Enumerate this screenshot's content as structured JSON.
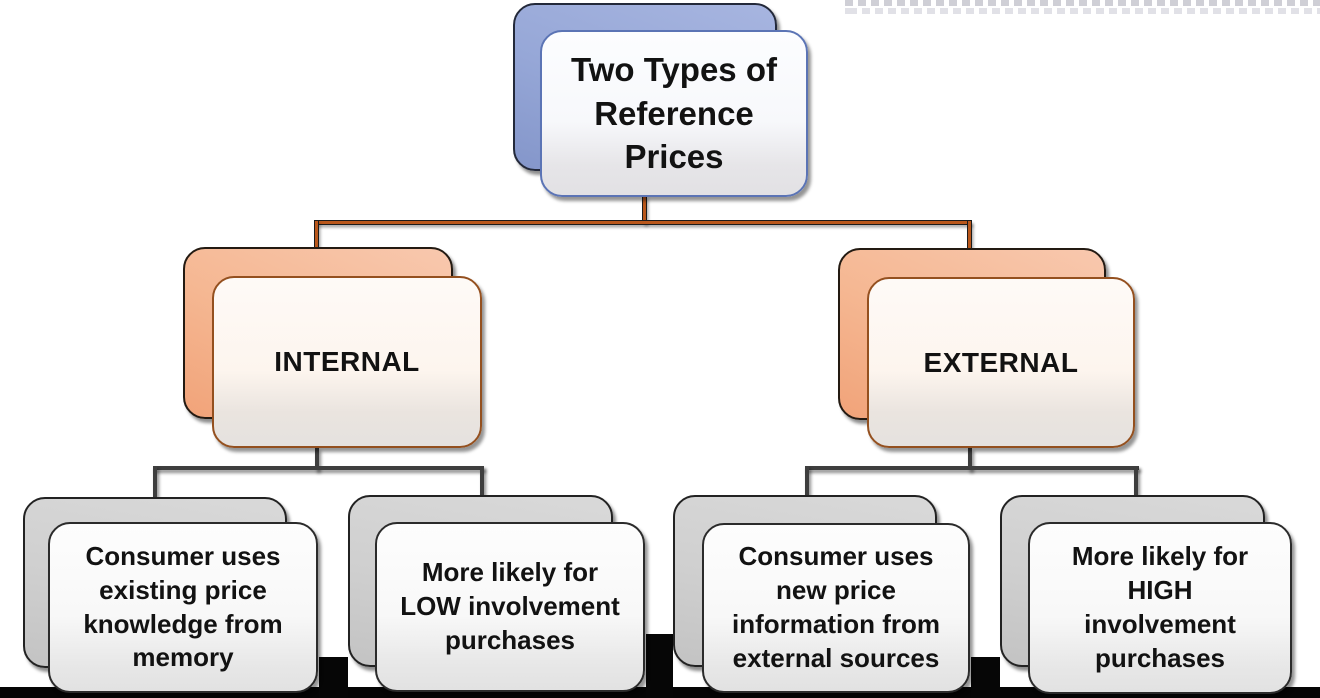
{
  "diagram": {
    "root": {
      "text": "Two Types of\nReference\nPrices"
    },
    "branches": [
      {
        "id": "internal",
        "label": "INTERNAL",
        "children": [
          {
            "text": "Consumer uses\nexisting price\nknowledge from\nmemory"
          },
          {
            "text": "More likely for\nLOW involvement\npurchases"
          }
        ]
      },
      {
        "id": "external",
        "label": "EXTERNAL",
        "children": [
          {
            "text": "Consumer uses\nnew price\ninformation from\nexternal sources"
          },
          {
            "text": "More likely for\nHIGH\ninvolvement\npurchases"
          }
        ]
      }
    ],
    "colors": {
      "root_back": "#96a7d7",
      "root_border": "#5b74b5",
      "branch_back": "#f5b792",
      "branch_front": "#fdf5ee",
      "branch_border": "#94501f",
      "leaf_back": "#cfcfcf",
      "leaf_front": "#f8f8f8",
      "connector_level1": "#b9571b",
      "connector_level2": "#3e3e3e",
      "text": "#121212",
      "artifact_black": "#050505"
    }
  }
}
